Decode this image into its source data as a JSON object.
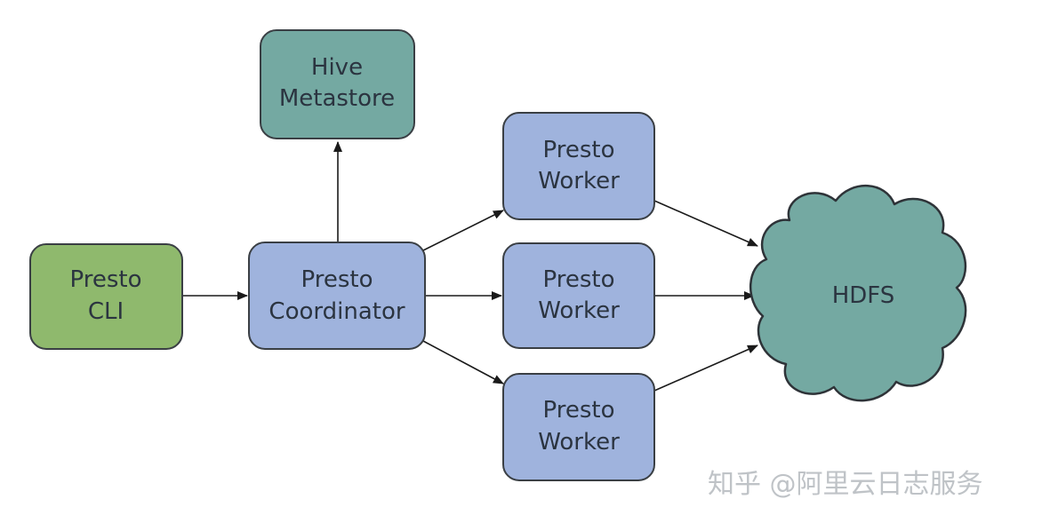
{
  "nodes": {
    "hive": {
      "line1": "Hive",
      "line2": "Metastore",
      "color": "#74a9a2"
    },
    "cli": {
      "line1": "Presto",
      "line2": "CLI",
      "color": "#8fb96d"
    },
    "coordinator": {
      "line1": "Presto",
      "line2": "Coordinator",
      "color": "#9fb3dd"
    },
    "worker_top": {
      "line1": "Presto",
      "line2": "Worker",
      "color": "#9fb3dd"
    },
    "worker_mid": {
      "line1": "Presto",
      "line2": "Worker",
      "color": "#9fb3dd"
    },
    "worker_bottom": {
      "line1": "Presto",
      "line2": "Worker",
      "color": "#9fb3dd"
    },
    "hdfs": {
      "label": "HDFS",
      "color": "#74a9a2"
    }
  },
  "edges": [
    {
      "from": "Presto CLI",
      "to": "Presto Coordinator"
    },
    {
      "from": "Presto Coordinator",
      "to": "Hive Metastore"
    },
    {
      "from": "Presto Coordinator",
      "to": "Presto Worker (top)"
    },
    {
      "from": "Presto Coordinator",
      "to": "Presto Worker (middle)"
    },
    {
      "from": "Presto Coordinator",
      "to": "Presto Worker (bottom)"
    },
    {
      "from": "Presto Worker (top)",
      "to": "HDFS"
    },
    {
      "from": "Presto Worker (middle)",
      "to": "HDFS"
    },
    {
      "from": "Presto Worker (bottom)",
      "to": "HDFS"
    }
  ],
  "watermark": "知乎 @阿里云日志服务"
}
